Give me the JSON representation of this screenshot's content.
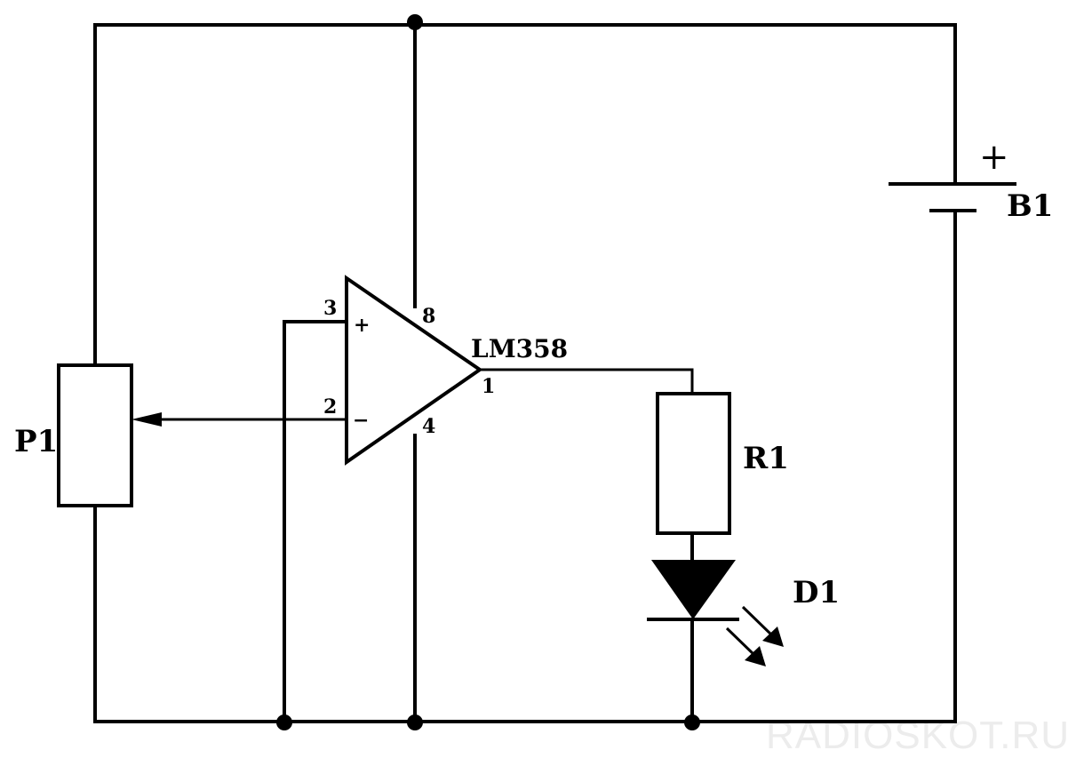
{
  "labels": {
    "p1": "P1",
    "r1": "R1",
    "d1": "D1",
    "b1": "B1",
    "opamp": "LM358",
    "battery_plus": "+",
    "pin_3": "3",
    "pin_2": "2",
    "pin_8": "8",
    "pin_4": "4",
    "pin_1": "1",
    "input_plus": "+",
    "input_minus": "−"
  },
  "watermark": "RADIOSKOT.RU",
  "colors": {
    "line": "#000000",
    "background": "#ffffff",
    "watermark": "#ececec"
  }
}
